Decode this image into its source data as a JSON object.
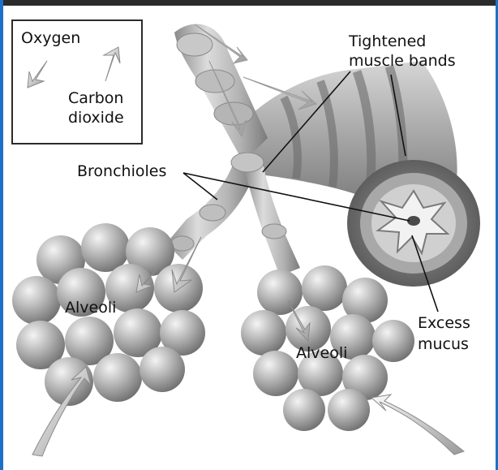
{
  "legend": {
    "oxygen_label": "Oxygen",
    "co2_line1": "Carbon",
    "co2_line2": "dioxide"
  },
  "labels": {
    "tightened_line1": "Tightened",
    "tightened_line2": "muscle bands",
    "bronchioles": "Bronchioles",
    "alveoli_left": "Alveoli",
    "alveoli_right": "Alveoli",
    "excess_line1": "Excess",
    "excess_line2": "mucus"
  },
  "colors": {
    "page_border": "#1e6fc7",
    "top_strip": "#2b2b2b",
    "ink": "#111111"
  }
}
